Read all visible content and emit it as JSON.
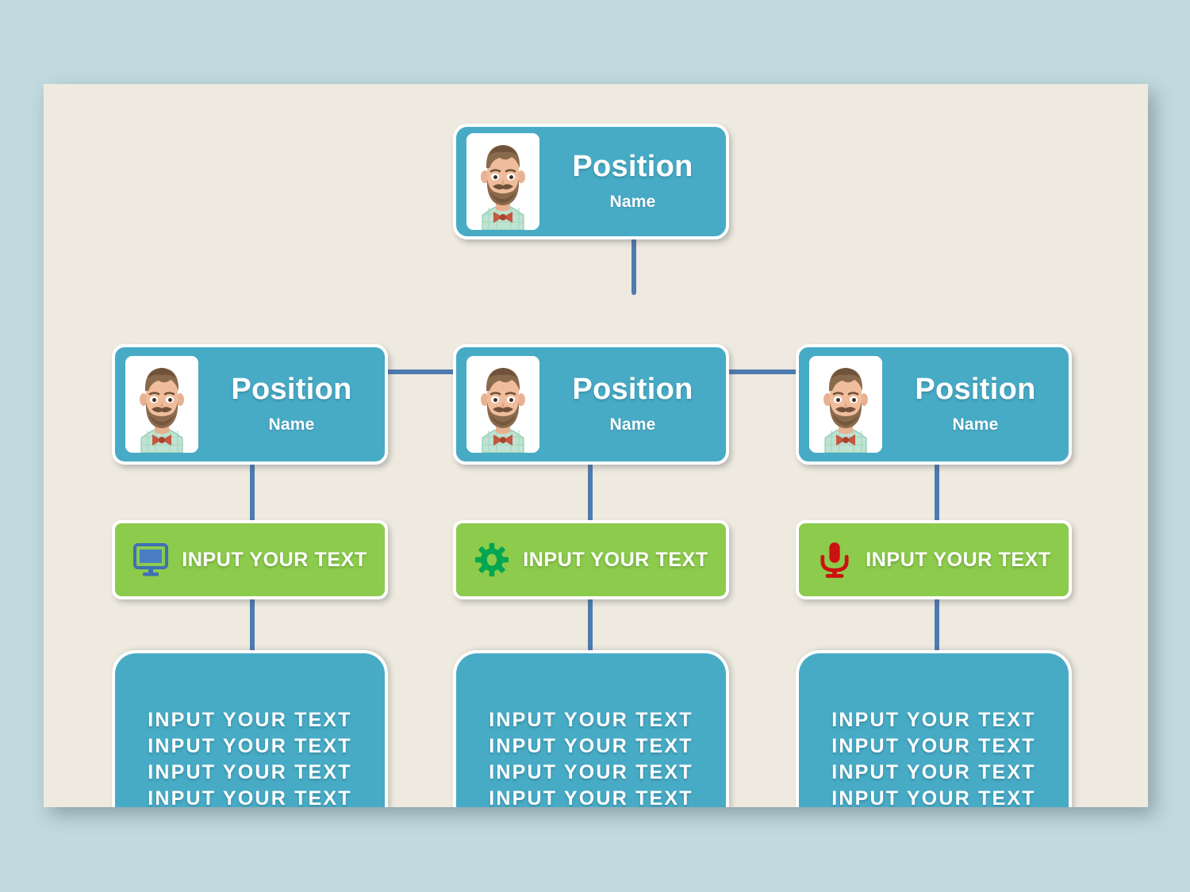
{
  "theme": {
    "page_background": "#c3d9e0",
    "canvas_background": "#eeeae0",
    "card_blue": "#47abc6",
    "bar_green": "#8ccb4c",
    "connector_blue": "#4e7bb0",
    "card_border": "#ffffff",
    "text_white": "#ffffff",
    "monitor_icon_color": "#3f70b5",
    "gear_icon_color": "#00a650",
    "microphone_icon_color": "#cc1111"
  },
  "chart": {
    "type": "org-chart",
    "root": {
      "position_label": "Position",
      "name_label": "Name",
      "avatar": "bearded-man-avatar"
    },
    "branches": [
      {
        "id": "left",
        "person": {
          "position_label": "Position",
          "name_label": "Name",
          "avatar": "bearded-man-avatar"
        },
        "action": {
          "icon": "monitor-icon",
          "label": "INPUT YOUR TEXT"
        },
        "detail_lines": [
          "INPUT YOUR TEXT",
          "INPUT YOUR TEXT",
          "INPUT YOUR TEXT",
          "INPUT YOUR TEXT"
        ]
      },
      {
        "id": "center",
        "person": {
          "position_label": "Position",
          "name_label": "Name",
          "avatar": "bearded-man-avatar"
        },
        "action": {
          "icon": "gear-icon",
          "label": "INPUT YOUR TEXT"
        },
        "detail_lines": [
          "INPUT YOUR TEXT",
          "INPUT YOUR TEXT",
          "INPUT YOUR TEXT",
          "INPUT YOUR TEXT"
        ]
      },
      {
        "id": "right",
        "person": {
          "position_label": "Position",
          "name_label": "Name",
          "avatar": "bearded-man-avatar"
        },
        "action": {
          "icon": "microphone-icon",
          "label": "INPUT YOUR TEXT"
        },
        "detail_lines": [
          "INPUT YOUR TEXT",
          "INPUT YOUR TEXT",
          "INPUT YOUR TEXT",
          "INPUT YOUR TEXT"
        ]
      }
    ]
  }
}
